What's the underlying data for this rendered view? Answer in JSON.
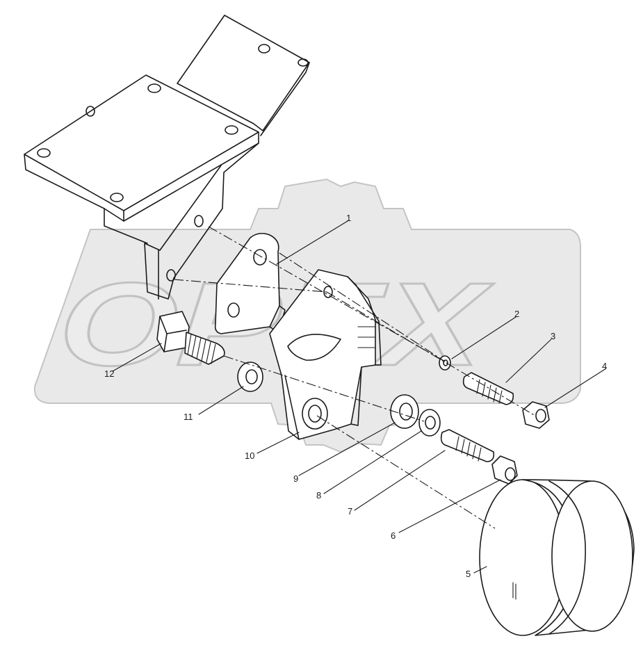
{
  "watermark": {
    "text": "OPEX"
  },
  "callouts": [
    {
      "id": "1",
      "label": "1"
    },
    {
      "id": "2",
      "label": "2"
    },
    {
      "id": "3",
      "label": "3"
    },
    {
      "id": "4",
      "label": "4"
    },
    {
      "id": "5",
      "label": "5"
    },
    {
      "id": "6",
      "label": "6"
    },
    {
      "id": "7",
      "label": "7"
    },
    {
      "id": "8",
      "label": "8"
    },
    {
      "id": "9",
      "label": "9"
    },
    {
      "id": "10",
      "label": "10"
    },
    {
      "id": "11",
      "label": "11"
    },
    {
      "id": "12",
      "label": "12"
    }
  ],
  "colors": {
    "line": "#1a1a1a",
    "watermark_fill": "#ececec",
    "watermark_stroke": "#c2c2c2"
  }
}
